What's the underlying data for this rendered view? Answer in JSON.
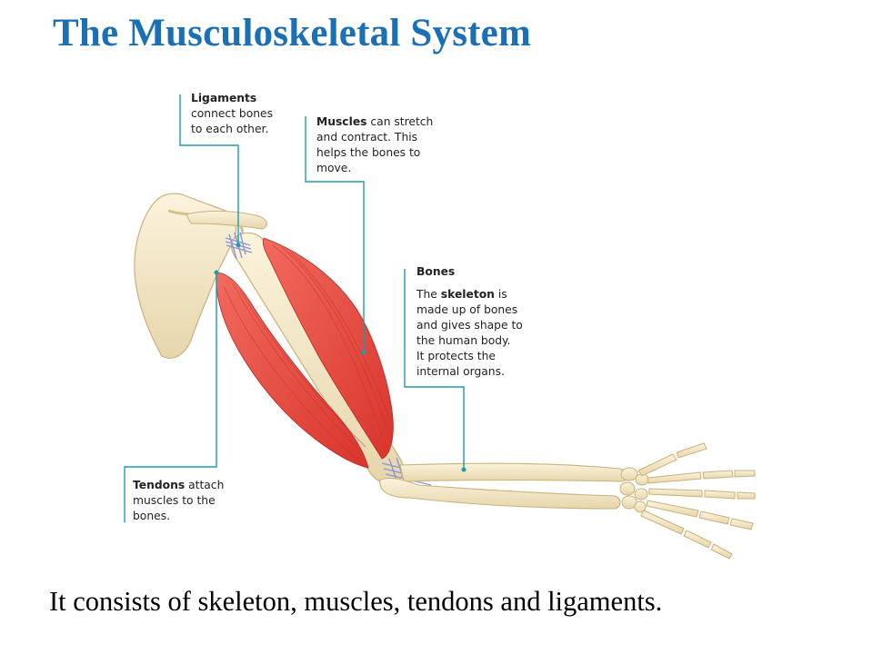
{
  "slide": {
    "title": "The Musculoskeletal System",
    "caption": "It consists of skeleton, muscles, tendons and ligaments."
  },
  "labels": {
    "ligaments": {
      "heading": "Ligaments",
      "lines": [
        "connect bones",
        "to each other."
      ]
    },
    "muscles": {
      "bold": "Muscles",
      "line1_rest": " can stretch",
      "lines": [
        "and contract. This",
        "helps the bones to",
        "move."
      ]
    },
    "bones": {
      "heading": "Bones",
      "line1_pre": "The ",
      "line1_bold": "skeleton",
      "line1_post": " is",
      "lines": [
        "made up of bones",
        "and gives shape to",
        "the human body.",
        "It protects the",
        "internal organs."
      ]
    },
    "tendons": {
      "bold": "Tendons",
      "line1_rest": " attach",
      "lines": [
        "muscles to the",
        "bones."
      ]
    }
  },
  "colors": {
    "title": "#1a6fb5",
    "leader": "#1f9bb0",
    "bone": "#f3e6c4",
    "muscle": "#e8463d",
    "ligament": "#8f95d6"
  }
}
